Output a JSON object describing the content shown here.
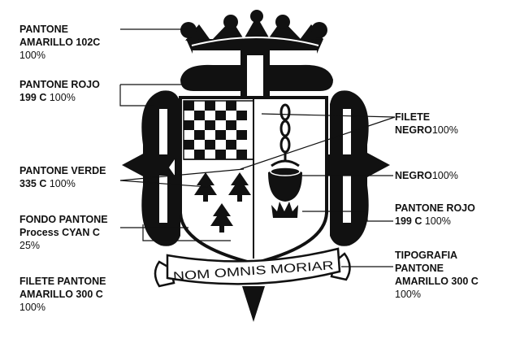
{
  "labels": {
    "yellow_102c": {
      "line1": "PANTONE",
      "line2": "AMARILLO 102C",
      "pct": "100%"
    },
    "red_199c_left": {
      "line1": "PANTONE ROJO",
      "line2": "199 C",
      "pct": "100%"
    },
    "green_335c": {
      "line1": "PANTONE VERDE",
      "line2": "335 C",
      "pct": "100%"
    },
    "cyan_fondo": {
      "line1": "FONDO PANTONE",
      "line2": "Process CYAN C",
      "pct": "25%"
    },
    "filete_yellow_300c": {
      "line1": "FILETE PANTONE",
      "line2": "AMARILLO 300 C",
      "pct": "100%"
    },
    "filete_negro": {
      "line1": "FILETE",
      "line2": "NEGRO",
      "pct": "100%"
    },
    "negro": {
      "line1": "NEGRO",
      "pct": "100%"
    },
    "red_199c_right": {
      "line1": "PANTONE ROJO",
      "line2": "199 C",
      "pct": "100%"
    },
    "tipografia": {
      "line1": "TIPOGRAFIA",
      "line2": "PANTONE",
      "line3": "AMARILLO 300 C",
      "pct": "100%"
    }
  },
  "motto": "NOM OMNIS MORIAR",
  "colors": {
    "ink": "#111111",
    "background": "#ffffff"
  }
}
